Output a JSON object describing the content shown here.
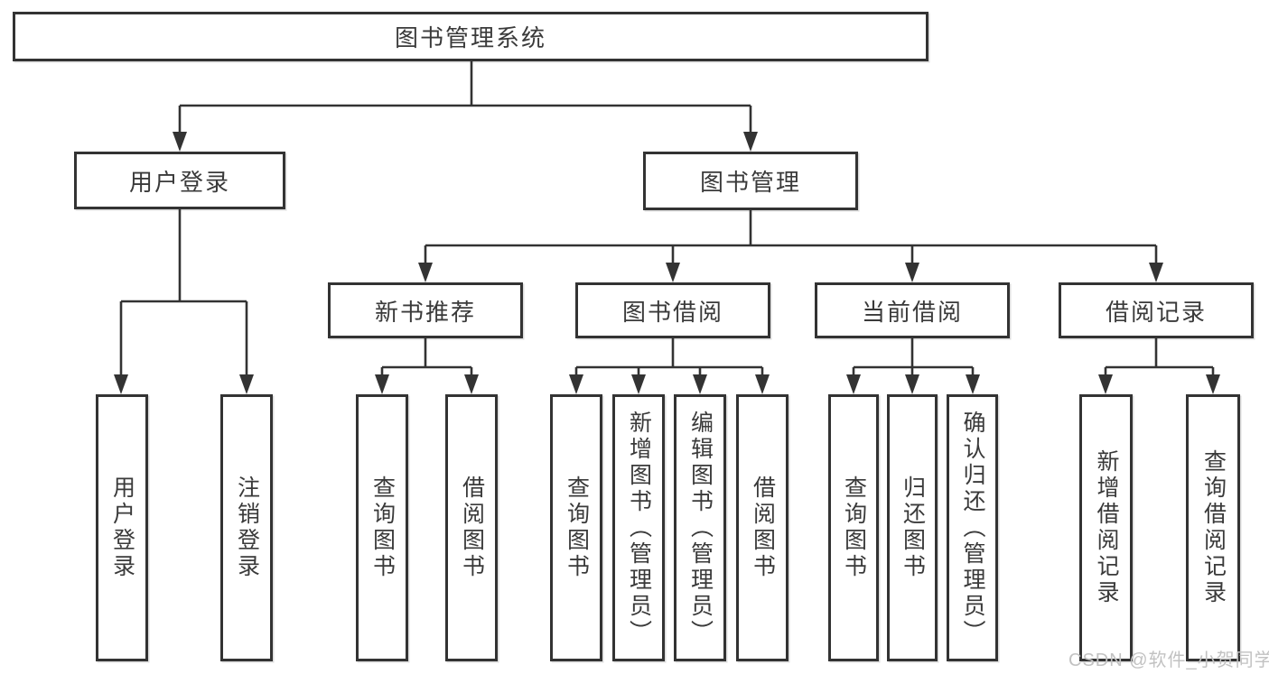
{
  "nodes": {
    "root": {
      "label": "图书管理系统"
    },
    "l1": [
      {
        "label": "用户登录"
      },
      {
        "label": "图书管理"
      }
    ],
    "l2": [
      {
        "label": "新书推荐",
        "parent": "图书管理"
      },
      {
        "label": "图书借阅",
        "parent": "图书管理"
      },
      {
        "label": "当前借阅",
        "parent": "图书管理"
      },
      {
        "label": "借阅记录",
        "parent": "图书管理"
      }
    ],
    "leaves": [
      {
        "label": "用户登录",
        "parent": "用户登录"
      },
      {
        "label": "注销登录",
        "parent": "用户登录"
      },
      {
        "label": "查询图书",
        "parent": "新书推荐"
      },
      {
        "label": "借阅图书",
        "parent": "新书推荐"
      },
      {
        "label": "查询图书",
        "parent": "图书借阅"
      },
      {
        "label": "新增图书（管理员）",
        "parent": "图书借阅"
      },
      {
        "label": "编辑图书（管理员）",
        "parent": "图书借阅"
      },
      {
        "label": "借阅图书",
        "parent": "图书借阅"
      },
      {
        "label": "查询图书",
        "parent": "当前借阅"
      },
      {
        "label": "归还图书",
        "parent": "当前借阅"
      },
      {
        "label": "确认归还（管理员）",
        "parent": "当前借阅"
      },
      {
        "label": "新增借阅记录",
        "parent": "借阅记录"
      },
      {
        "label": "查询借阅记录",
        "parent": "借阅记录"
      }
    ]
  },
  "watermark": {
    "text": "CSDN @软件_小贺同学"
  },
  "colors": {
    "line": "#333333",
    "text": "#3a3a3a",
    "watermark": "#c2c2c2",
    "bg": "#ffffff"
  }
}
